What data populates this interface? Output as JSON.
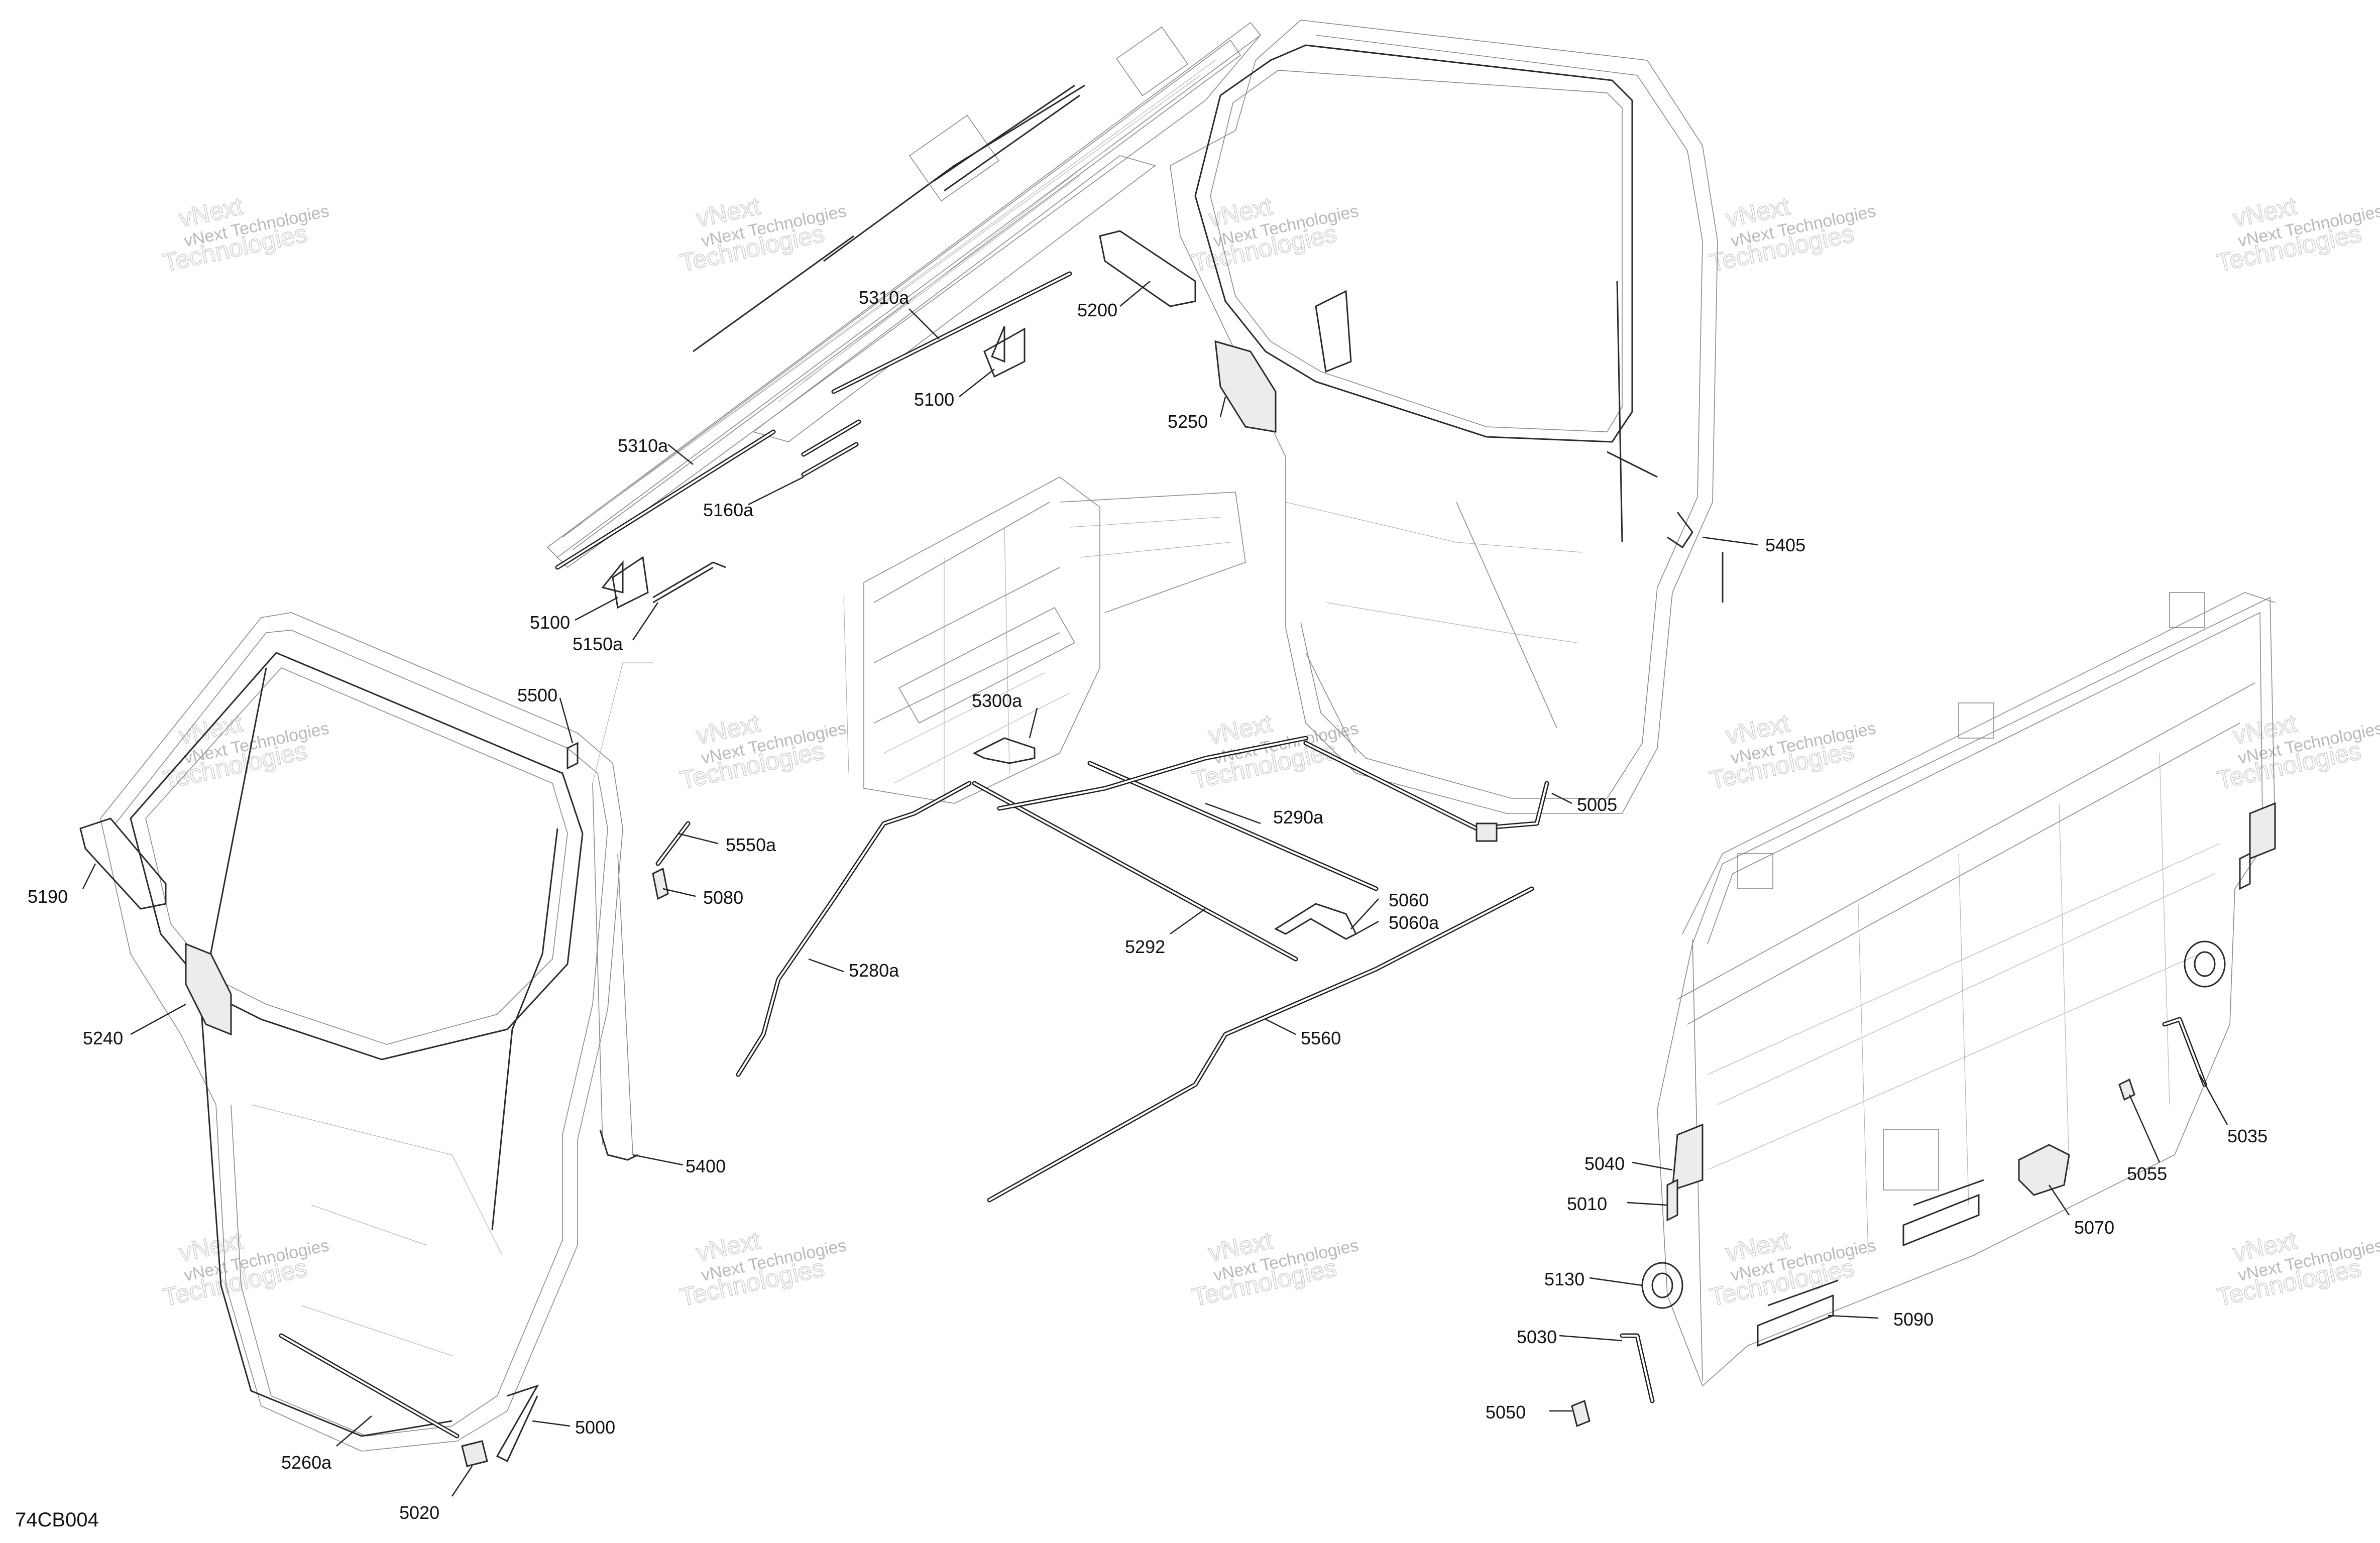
{
  "diagram_code": "74CB004",
  "watermark": {
    "line1": "vNext Technologies",
    "line2": "Technologies",
    "line3": "vNext"
  },
  "callouts": {
    "c5310a_top": "5310a",
    "c5200": "5200",
    "c5100_top": "5100",
    "c5250": "5250",
    "c5310a_left": "5310a",
    "c5160a": "5160a",
    "c5405": "5405",
    "c5100_low": "5100",
    "c5150a": "5150a",
    "c5500": "5500",
    "c5300a": "5300a",
    "c5005": "5005",
    "c5550a": "5550a",
    "c5290a": "5290a",
    "c5190": "5190",
    "c5080": "5080",
    "c5060": "5060",
    "c5060a": "5060a",
    "c5292": "5292",
    "c5280a": "5280a",
    "c5240": "5240",
    "c5560": "5560",
    "c5035": "5035",
    "c5400": "5400",
    "c5040": "5040",
    "c5055": "5055",
    "c5010": "5010",
    "c5070": "5070",
    "c5130": "5130",
    "c5090": "5090",
    "c5030": "5030",
    "c5000": "5000",
    "c5050": "5050",
    "c5260a": "5260a",
    "c5020": "5020"
  }
}
